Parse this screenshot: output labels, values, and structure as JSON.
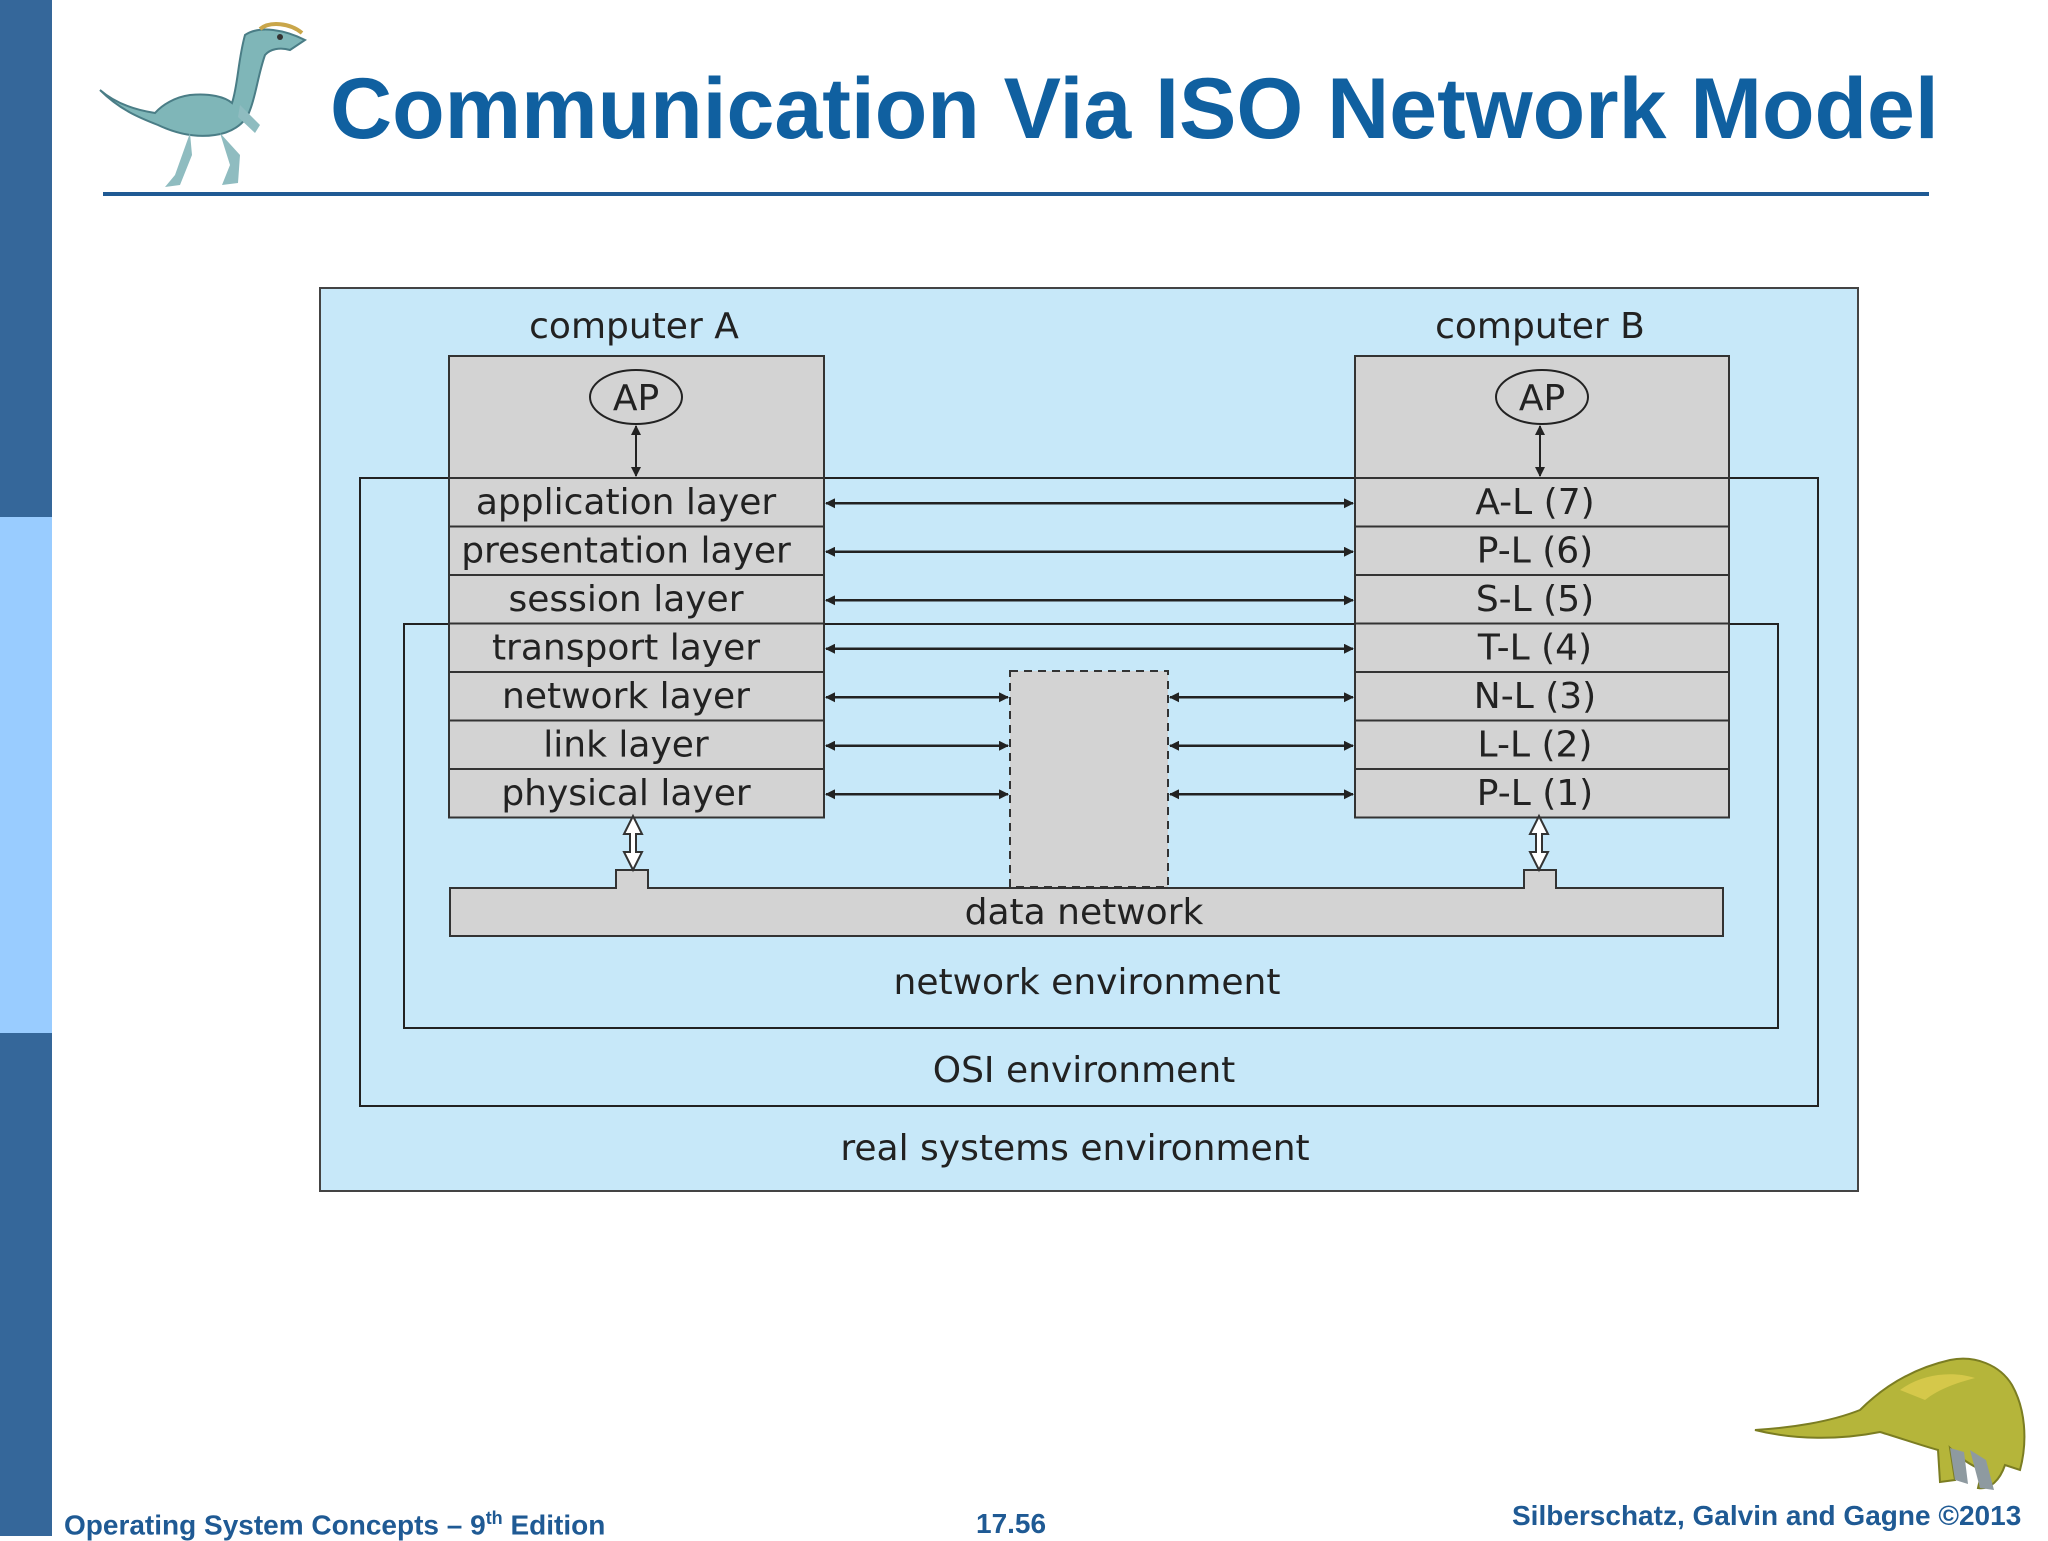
{
  "slide": {
    "title": "Communication Via ISO Network Model",
    "footer_left_prefix": "Operating System Concepts – 9",
    "footer_left_sup": "th",
    "footer_left_suffix": " Edition",
    "page_number": "17.56",
    "footer_right": "Silberschatz, Galvin and Gagne ©2013"
  },
  "colors": {
    "sidebar": "#35679a",
    "sidebar_accent": "#99ccff",
    "title": "#1060a0",
    "diagram_background": "#c7e8f9",
    "box_fill": "#d3d3d3"
  },
  "diagram": {
    "computer_a": {
      "label": "computer A",
      "ap": "AP",
      "layers": [
        "application layer",
        "presentation layer",
        "session layer",
        "transport layer",
        "network layer",
        "link layer",
        "physical layer"
      ]
    },
    "computer_b": {
      "label": "computer B",
      "ap": "AP",
      "layers": [
        "A-L (7)",
        "P-L (6)",
        "S-L (5)",
        "T-L (4)",
        "N-L (3)",
        "L-L (2)",
        "P-L (1)"
      ]
    },
    "data_network": "data network",
    "environments": {
      "network": "network environment",
      "osi": "OSI environment",
      "real": "real systems environment"
    }
  },
  "icons": {
    "header_logo": "dinosaur-icon",
    "footer_logo": "dinosaur-icon"
  }
}
